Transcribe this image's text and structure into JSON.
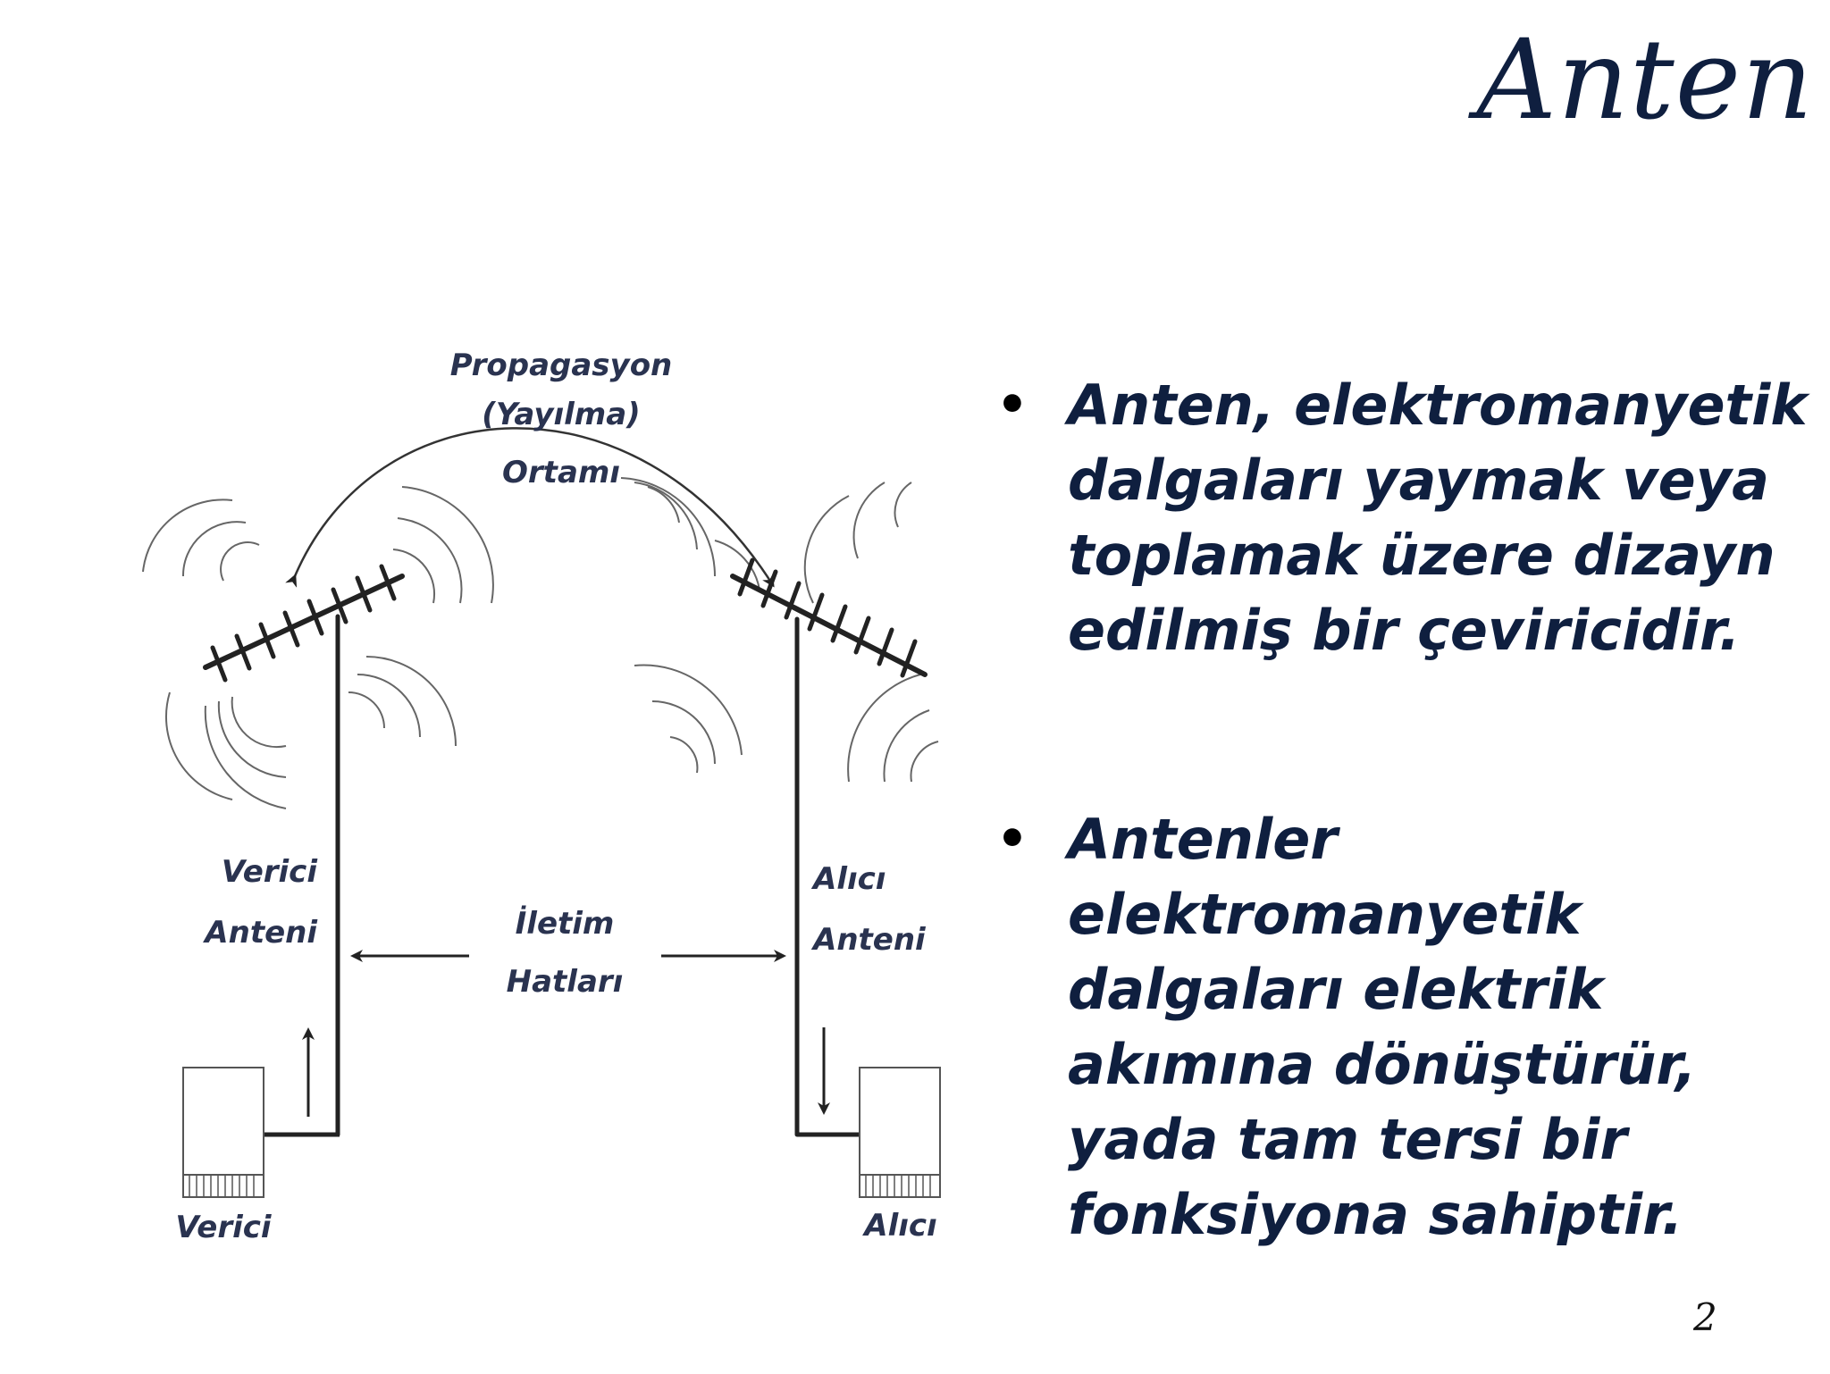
{
  "slide": {
    "title": "Anten",
    "page_number": "2"
  },
  "diagram": {
    "propagation_label": [
      "Propagasyon",
      "(Yayılma)",
      "Ortamı"
    ],
    "transmitter_antenna_label": [
      "Verici",
      "Anteni"
    ],
    "receiver_antenna_label": [
      "Alıcı",
      "Anteni"
    ],
    "transmission_lines_label": [
      "İletim",
      "Hatları"
    ],
    "transmitter_label": "Verici",
    "receiver_label": "Alıcı"
  },
  "bullets": [
    {
      "symbol": "•",
      "text": "Anten, elektromanyetik dalgaları yaymak veya toplamak üzere dizayn edilmiş bir çeviricidir."
    },
    {
      "symbol": "•",
      "text": "Antenler elektromanyetik dalgaları elektrik akımına dönüştürür, yada tam tersi bir fonksiyona sahiptir."
    }
  ],
  "colors": {
    "text": "#0f1f3f",
    "diagram_line": "#222222",
    "diagram_label": "#2a3350",
    "wave": "#666666"
  }
}
